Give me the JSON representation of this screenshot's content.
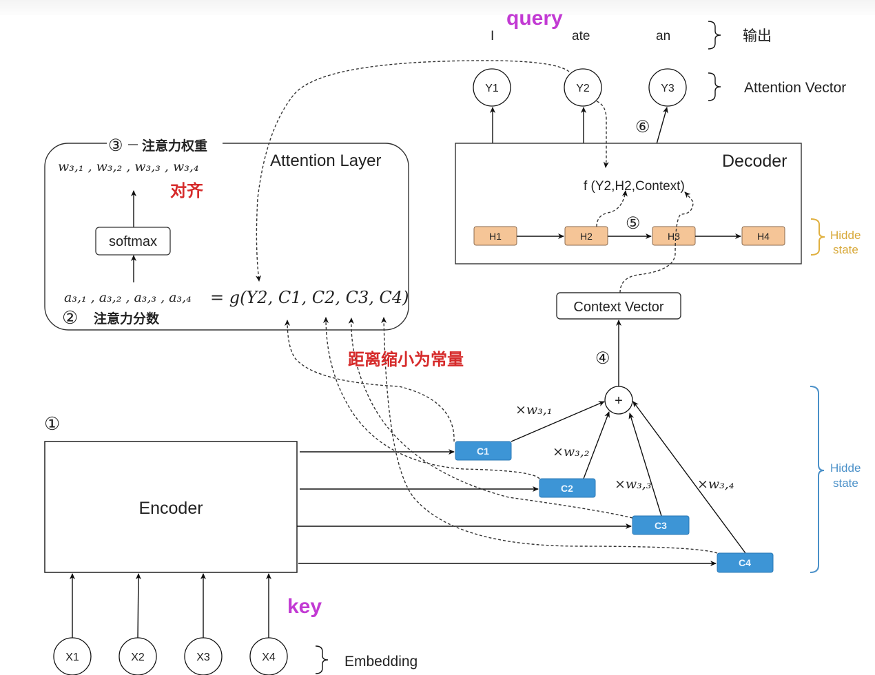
{
  "labels": {
    "query": "query",
    "key": "key",
    "output_words": [
      "I",
      "ate",
      "an"
    ],
    "output_brace_label": "输出",
    "attention_vector_label": "Attention Vector",
    "embedding_label": "Embedding",
    "y_nodes": [
      "Y1",
      "Y2",
      "Y3"
    ],
    "x_nodes": [
      "X1",
      "X2",
      "X3",
      "X4"
    ],
    "decoder_title": "Decoder",
    "decoder_function": "f (Y2,H2,Context)",
    "hidden_decoder": [
      "H1",
      "H2",
      "H3",
      "H4"
    ],
    "hidden_state_label_line1": "Hidde",
    "hidden_state_label_line2": "state",
    "encoder_title": "Encoder",
    "context_nodes": [
      "C1",
      "C2",
      "C3",
      "C4"
    ],
    "context_vector": "Context Vector",
    "sum_symbol": "+",
    "attention_layer_title": "Attention Layer",
    "softmax": "softmax",
    "weights_row": "w₃,₁ , w₃,₂ , w₃,₃ , w₃,₄",
    "scores_row": "a₃,₁ , a₃,₂ , a₃,₃ , a₃,₄",
    "score_function": "= g(Y2, C1, C2, C3, C4)",
    "alignment": "对齐",
    "distance_note": "距离缩小为常量",
    "step3_label": "注意力权重",
    "step2_label": "注意力分数",
    "weight_multipliers": [
      "×w₃,₁",
      "×w₃,₂",
      "×w₃,₃",
      "×w₃,₄"
    ],
    "steps": {
      "s1": "①",
      "s2": "②",
      "s3": "③",
      "s4": "④",
      "s5": "⑤",
      "s6": "⑥"
    }
  },
  "colors": {
    "context_box": "#3d95d6",
    "hidden_box": "#f5c597",
    "highlight_red": "#d62b2b",
    "highlight_magenta": "#c23ad3",
    "decoder_brace": "#e0b040",
    "encoder_brace": "#4a90c8"
  }
}
